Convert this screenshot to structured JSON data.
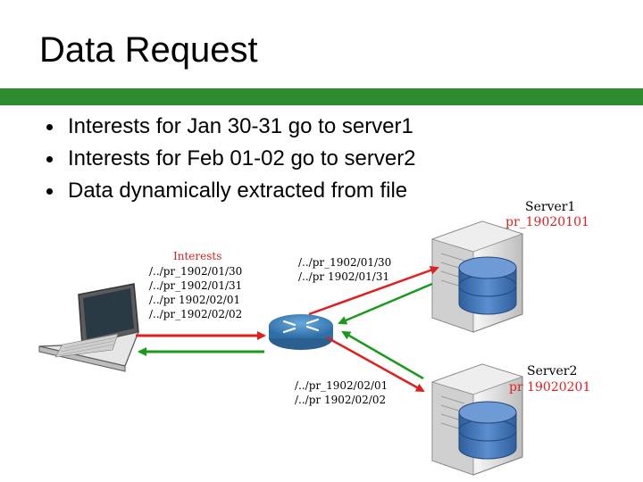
{
  "slide": {
    "title": "Data Request",
    "bullets": [
      "Interests for Jan 30-31 go to server1",
      "Interests for Feb 01-02 go to server2",
      "Data dynamically extracted from file"
    ]
  },
  "diagram": {
    "interests_heading": "Interests",
    "laptop_interests": [
      "/../pr_1902/01/30",
      "/../pr_1902/01/31",
      "/../pr 1902/02/01",
      "/../pr_1902/02/02"
    ],
    "server1_interests": [
      "/../pr_1902/01/30",
      "/../pr  1902/01/31"
    ],
    "server2_interests": [
      "/../pr_1902/02/01",
      "/../pr  1902/02/02"
    ],
    "server1": {
      "name": "Server1",
      "file": "pr_19020101"
    },
    "server2": {
      "name": "Server2",
      "file": "pr  19020201"
    },
    "colors": {
      "interest": "#e02020",
      "data": "#1a9a1a",
      "title_bar": "#2e8b2e",
      "router": "#3f86c2",
      "database": "#3a6fb0"
    }
  }
}
